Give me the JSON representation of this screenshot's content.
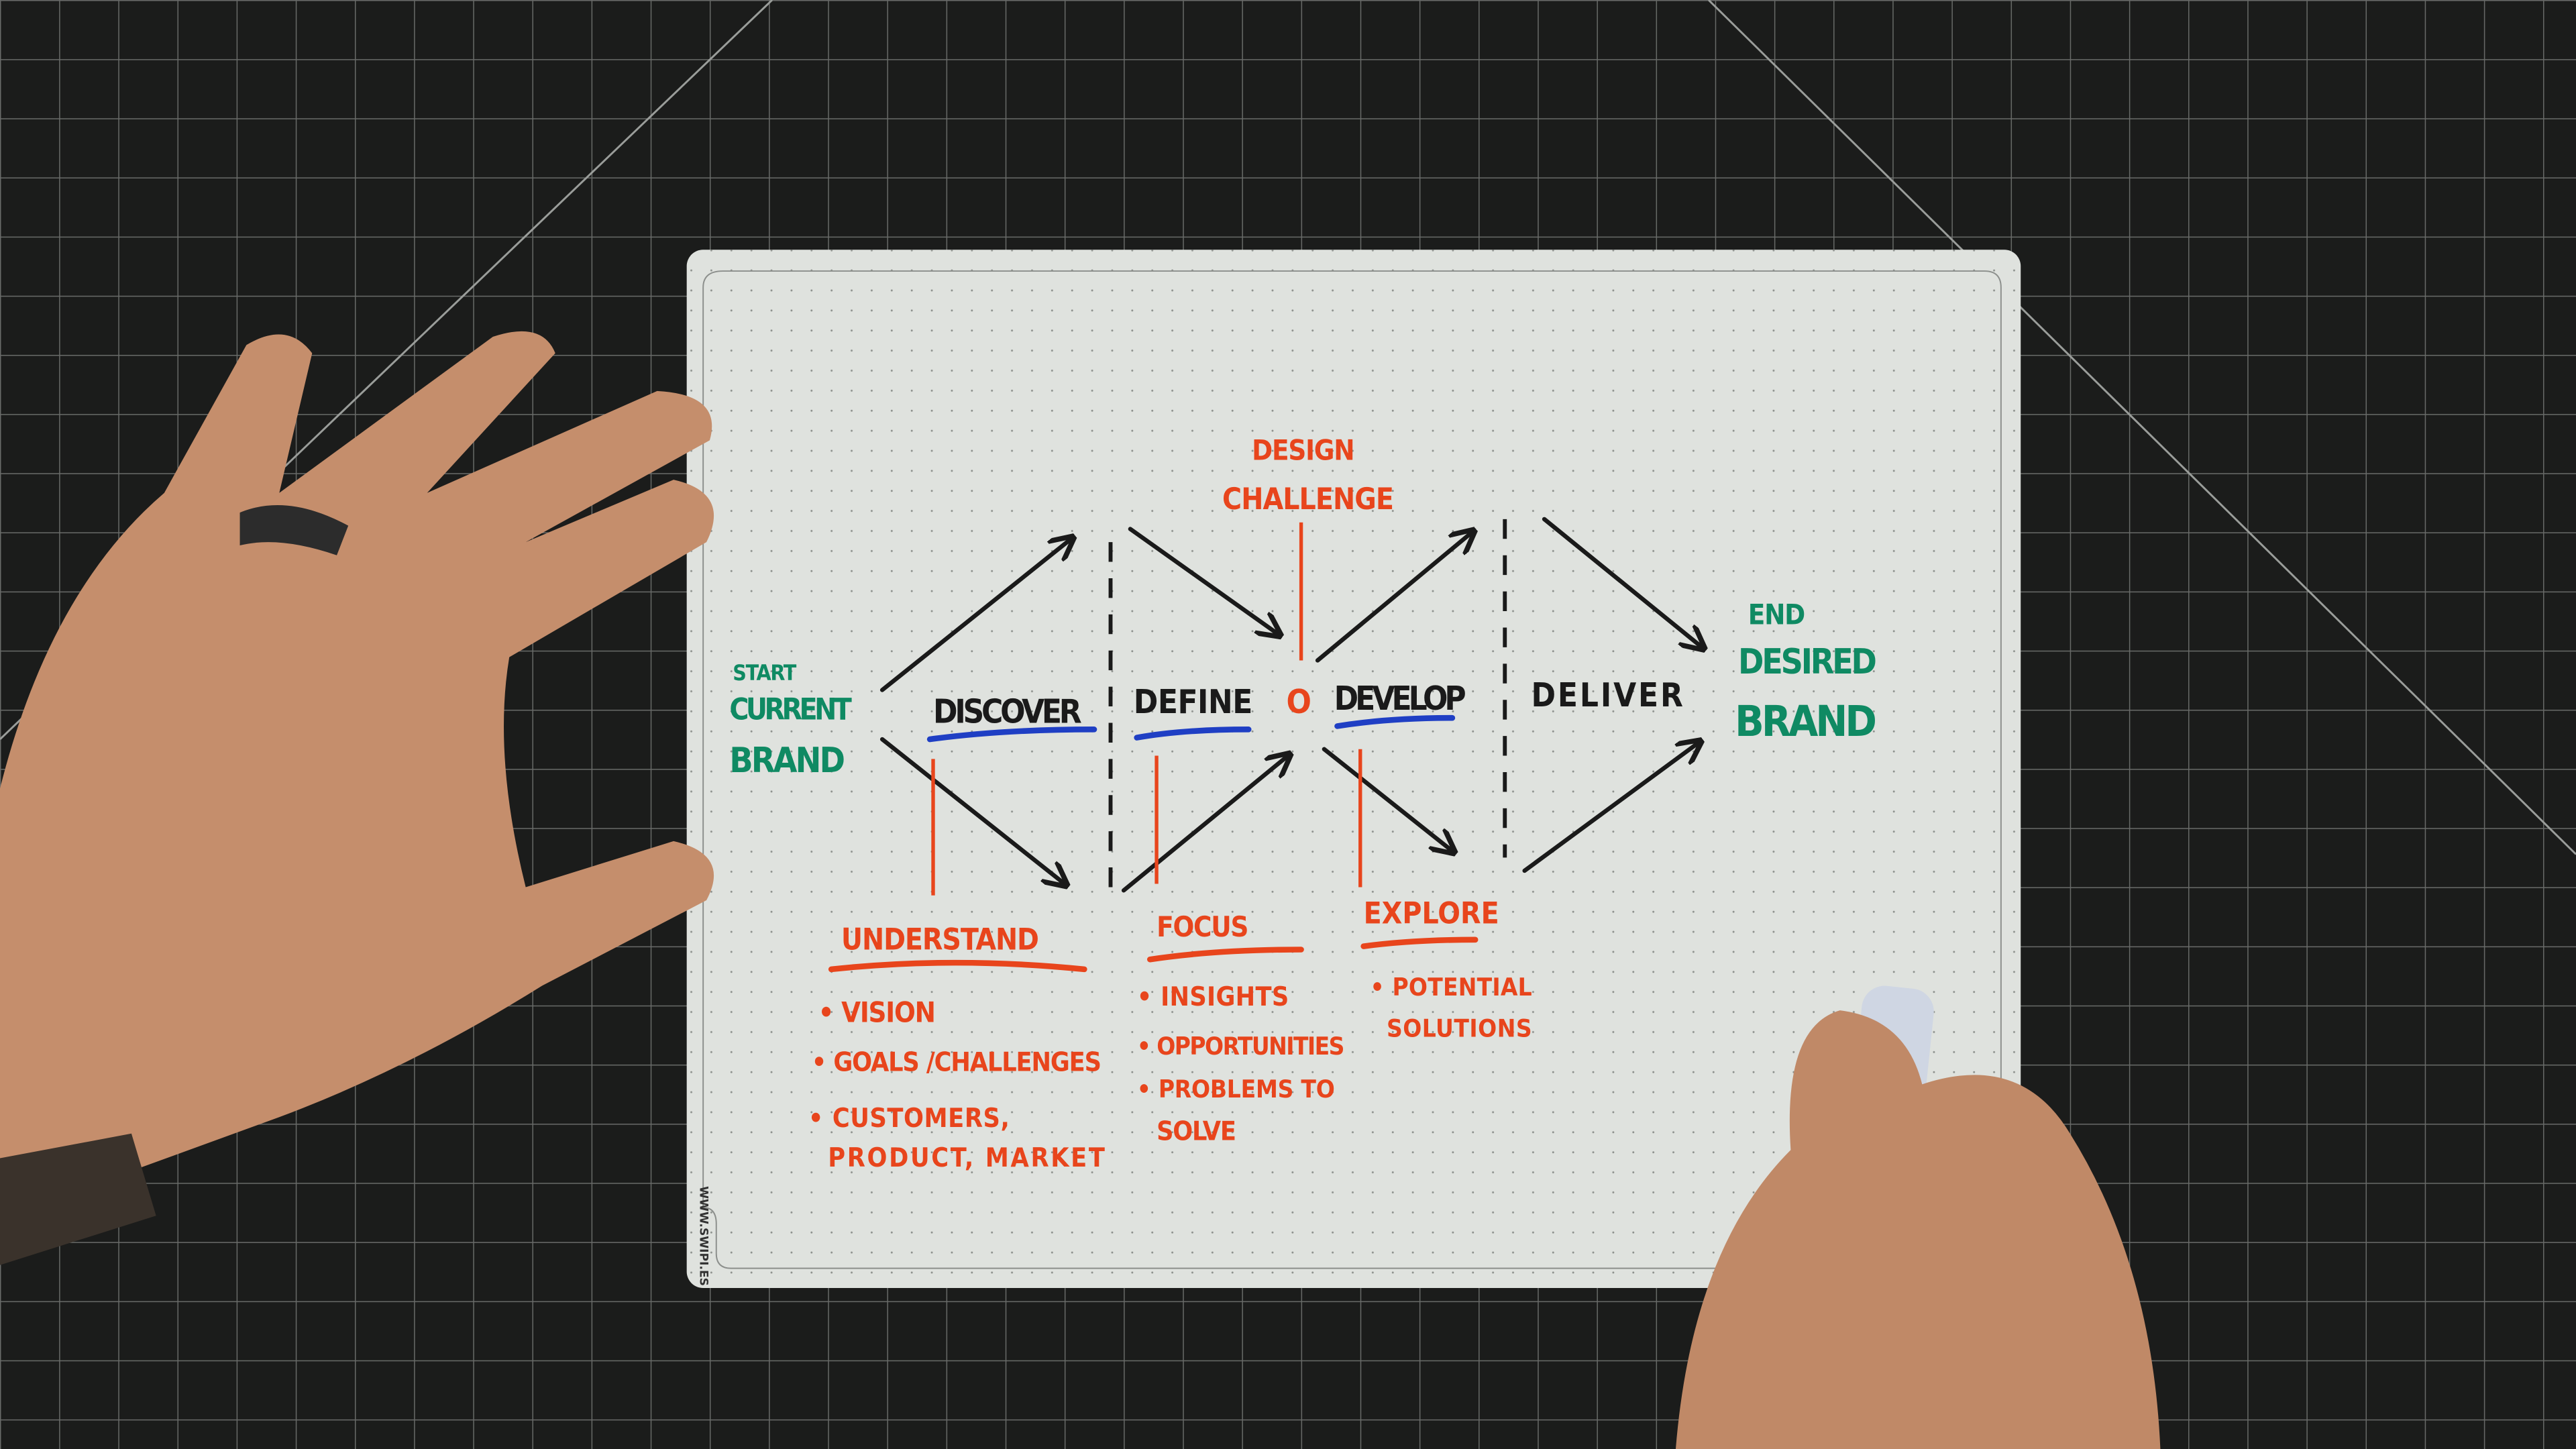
{
  "board": {
    "brand_mark": "WWW.SWIPI.ES",
    "colors": {
      "ink_black": "#1a1a1a",
      "ink_red": "#e8451c",
      "ink_green": "#0f8a63",
      "ink_blue": "#1f3fc4",
      "board": "#dfe2de",
      "mat": "#1b1c1b"
    }
  },
  "diagram": {
    "start": {
      "line1": "START",
      "line2": "CURRENT",
      "line3": "BRAND"
    },
    "end": {
      "line1": "END",
      "line2": "DESIRED",
      "line3": "BRAND"
    },
    "design_challenge": {
      "line1": "DESIGN",
      "line2": "CHALLENGE"
    },
    "center_marker": "O",
    "phases": [
      {
        "label": "DISCOVER"
      },
      {
        "label": "DEFINE"
      },
      {
        "label": "DEVELOP"
      },
      {
        "label": "DELIVER"
      }
    ],
    "notes": [
      {
        "heading": "UNDERSTAND",
        "items": [
          "• VISION",
          "• GOALS /CHALLENGES",
          "• CUSTOMERS,",
          "PRODUCT, MARKET"
        ]
      },
      {
        "heading": "FOCUS",
        "items": [
          "• INSIGHTS",
          "• OPPORTUNITIES",
          "• PROBLEMS TO",
          "SOLVE"
        ]
      },
      {
        "heading": "EXPLORE",
        "items": [
          "• POTENTIAL",
          "SOLUTIONS"
        ]
      }
    ]
  }
}
